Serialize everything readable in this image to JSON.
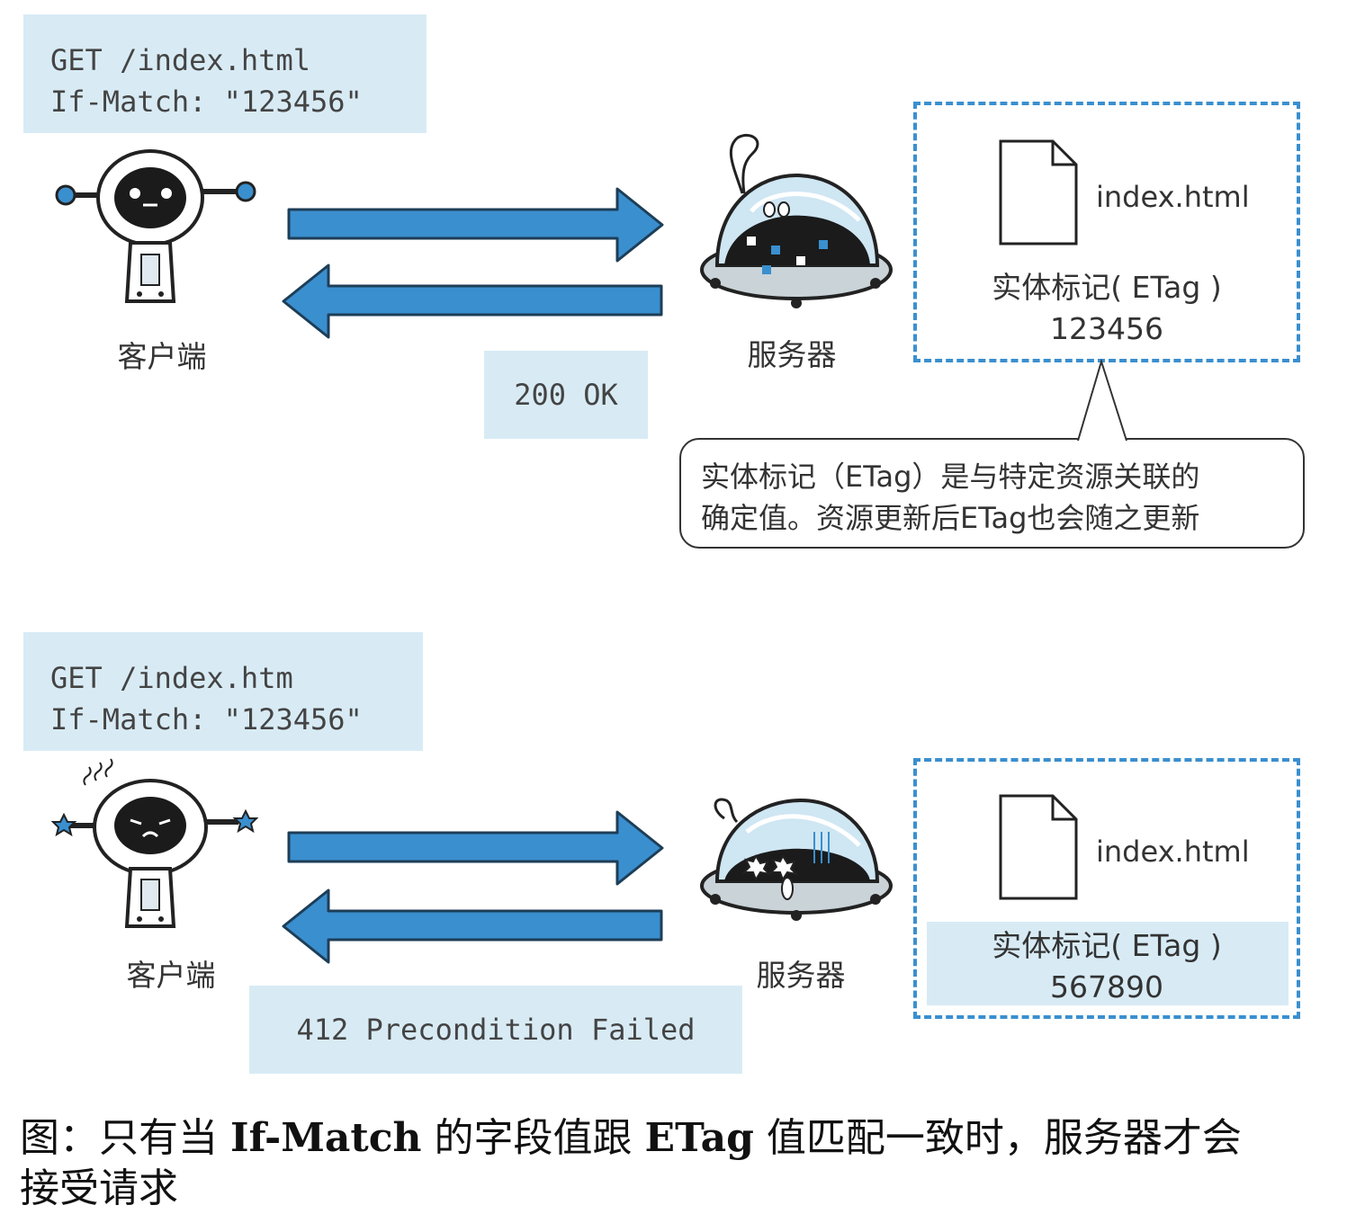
{
  "top": {
    "request_line1": "GET /index.html",
    "request_line2": "If-Match: \"123456\"",
    "client_label": "客户端",
    "server_label": "服务器",
    "response": "200 OK",
    "file_name": "index.html",
    "etag_label": "实体标记( ETag )",
    "etag_value": "123456",
    "note_line1": "实体标记（ETag）是与特定资源关联的",
    "note_line2": "确定值。资源更新后ETag也会随之更新"
  },
  "bottom": {
    "request_line1": "GET /index.htm",
    "request_line2": "If-Match: \"123456\"",
    "client_label": "客户端",
    "server_label": "服务器",
    "response": "412 Precondition Failed",
    "file_name": "index.html",
    "etag_label": "实体标记( ETag )",
    "etag_value": "567890"
  },
  "caption": {
    "prefix": "图：只有当",
    "bold1": "If-Match",
    "middle": "的字段值跟",
    "bold2": "ETag",
    "suffix_line1": "值匹配一致时，服务器才会",
    "line2": "接受请求"
  },
  "colors": {
    "arrow": "#3a8fcf",
    "box_fill": "#d8ebf5",
    "dashed_border": "#3a8fcf"
  }
}
